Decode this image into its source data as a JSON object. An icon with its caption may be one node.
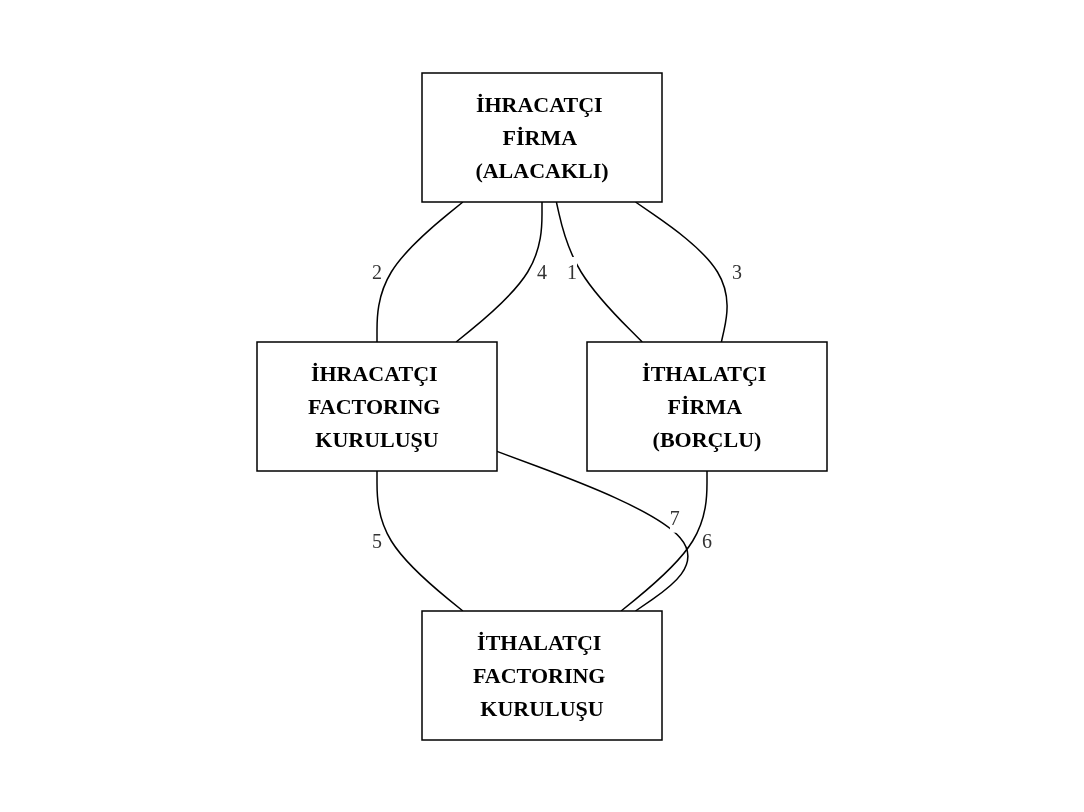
{
  "diagram": {
    "nodes": [
      {
        "text": [
          "İHRACATÇI FİRMA (ALACAKLI)"
        ]
      },
      {
        "text": [
          "İHRACATÇI FACTORING KURULUŞU"
        ]
      },
      {
        "text": [
          "İTHALATÇI FİRMA (BORÇLU)"
        ]
      },
      {
        "text": [
          "İTHALATÇI FACTORING KURULUŞU"
        ]
      }
    ],
    "edges": [
      {
        "from": 0,
        "to": 2,
        "arrow": "none",
        "label": "1"
      },
      {
        "from": 0,
        "to": 1,
        "arrow": "none",
        "label": "2"
      },
      {
        "from": 0,
        "to": 2,
        "arrow": "none",
        "label": "3"
      },
      {
        "from": 0,
        "to": 1,
        "arrow": "none",
        "label": "4"
      },
      {
        "from": 1,
        "to": 3,
        "arrow": "none",
        "label": "5"
      },
      {
        "from": 2,
        "to": 3,
        "arrow": "none",
        "label": "6"
      },
      {
        "from": 1,
        "to": 3,
        "arrow": "none",
        "label": "7"
      }
    ]
  }
}
